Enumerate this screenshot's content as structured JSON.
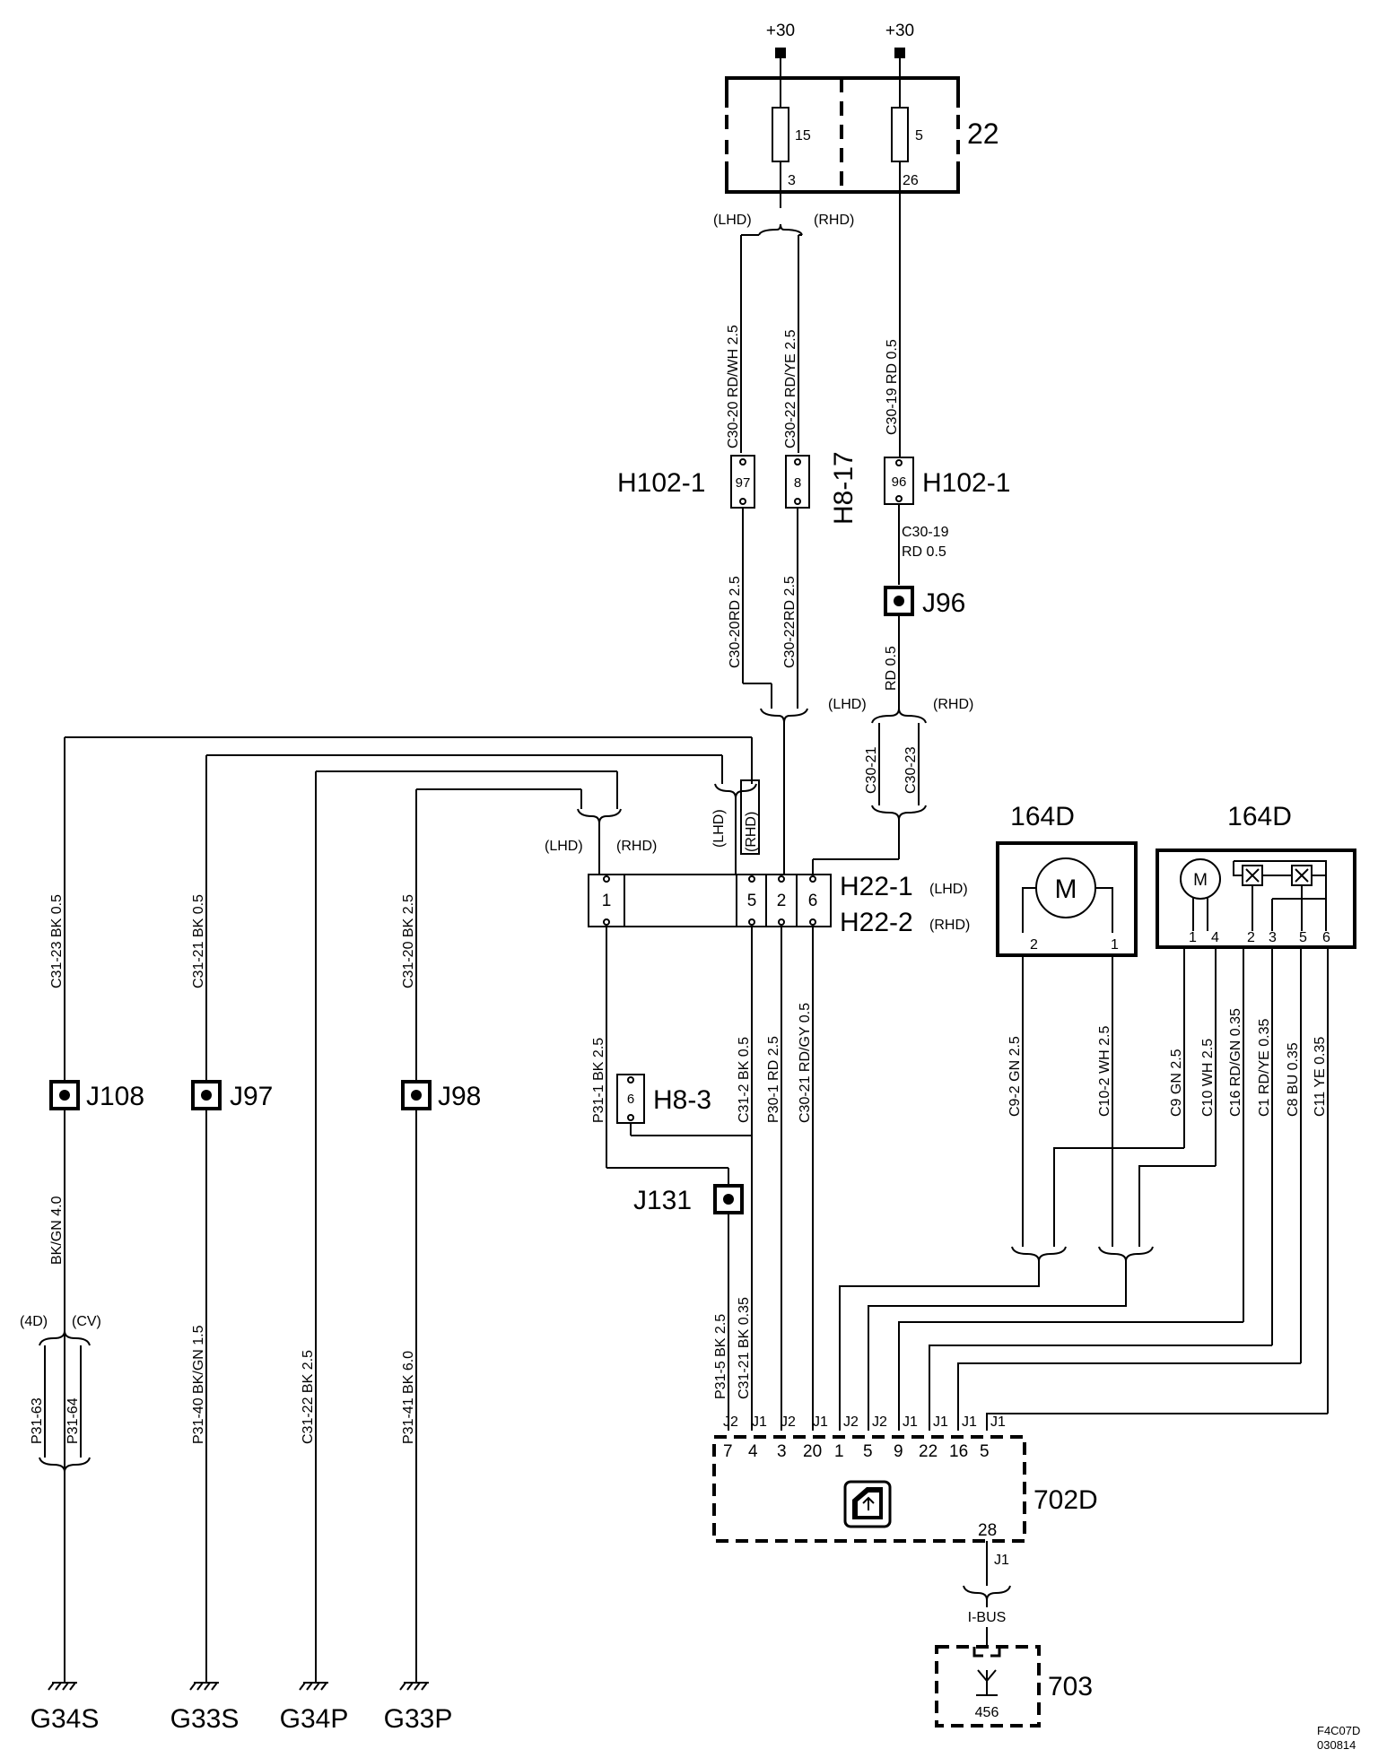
{
  "supply": {
    "left": "+30",
    "right": "+30"
  },
  "fuse_box": {
    "id": "22",
    "fuse_left": "15",
    "fuse_left_out": "3",
    "fuse_right": "5",
    "fuse_right_out": "26"
  },
  "drive_labels": {
    "lhd": "(LHD)",
    "rhd": "(RHD)",
    "body_4d": "(4D)",
    "body_cv": "(CV)"
  },
  "wires": {
    "c30_20_rdwh": "C30-20 RD/WH 2.5",
    "c30_22_rdye": "C30-22 RD/YE 2.5",
    "c30_19_rd": "C30-19 RD 0.5",
    "c30_19_line1": "C30-19",
    "c30_19_line2": "RD   0.5",
    "rd_25_a": "RD 2.5",
    "rd_25_b": "RD 2.5",
    "c30_20": "C30-20",
    "c30_22": "C30-22",
    "rd_05": "RD 0.5",
    "c30_21": "C30-21",
    "c30_23": "C30-23",
    "c31_23": "C31-23 BK 0.5",
    "c31_21": "C31-21 BK 0.5",
    "c31_20": "C31-20 BK 2.5",
    "bkgn_40": "BK/GN 4.0",
    "p31_63": "P31-63",
    "p31_64": "P31-64",
    "p31_40": "P31-40 BK/GN 1.5",
    "c31_22": "C31-22 BK 2.5",
    "p31_41": "P31-41 BK 6.0",
    "p31_1": "P31-1 BK 2.5",
    "c31_2": "C31-2 BK 0.5",
    "p30_1": "P30-1 RD 2.5",
    "c30_21_rdgy": "C30-21 RD/GY 0.5",
    "p31_5": "P31-5 BK 2.5",
    "c31_21_035": "C31-21 BK 0.35",
    "c9_2": "C9-2 GN 2.5",
    "c10_2": "C10-2 WH 2.5",
    "c9": "C9 GN 2.5",
    "c10": "C10 WH 2.5",
    "c16": "C16 RD/GN 0.35",
    "c1": "C1 RD/YE 0.35",
    "c8": "C8 BU 0.35",
    "c11": "C11 YE 0.35"
  },
  "connectors": {
    "h102_1_left": "H102-1",
    "h102_1_right": "H102-1",
    "h8_17": "H8-17",
    "pin_97": "97",
    "pin_8": "8",
    "pin_96": "96",
    "h22_1": "H22-1",
    "h22_2": "H22-2",
    "h22_1_note": "(LHD)",
    "h22_2_note": "(RHD)",
    "h22_pins": [
      "1",
      "5",
      "2",
      "6"
    ],
    "h8_3": "H8-3",
    "h8_3_pin": "6"
  },
  "splices": {
    "j96": "J96",
    "j108": "J108",
    "j97": "J97",
    "j98": "J98",
    "j131": "J131"
  },
  "motor_left": {
    "id": "164D",
    "symbol": "M",
    "pins": [
      "2",
      "1"
    ]
  },
  "motor_right": {
    "id": "164D",
    "symbol": "M",
    "pins": [
      "1",
      "4",
      "2",
      "3",
      "5",
      "6"
    ]
  },
  "module_702d": {
    "id": "702D",
    "connector_labels": [
      "J2",
      "J1",
      "J2",
      "J1",
      "J2",
      "J2",
      "J1",
      "J1",
      "J1",
      "J1"
    ],
    "pins": [
      "7",
      "4",
      "3",
      "20",
      "1",
      "5",
      "9",
      "22",
      "16",
      "5"
    ],
    "bus_pin": "28",
    "bus_conn": "J1",
    "bus_label": "I-BUS"
  },
  "module_703": {
    "id": "703",
    "pin": "456"
  },
  "grounds": [
    "G34S",
    "G33S",
    "G34P",
    "G33P"
  ],
  "doc_code": {
    "line1": "F4C07D",
    "line2": "030814"
  }
}
